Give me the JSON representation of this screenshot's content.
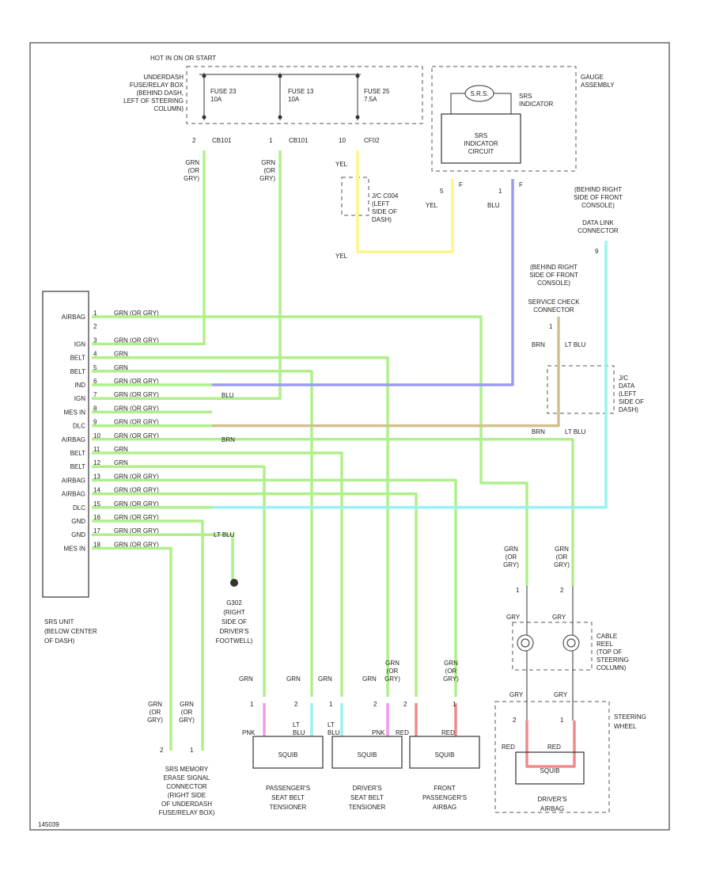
{
  "colors": {
    "green": "#aef08a",
    "yellow": "#fdf58a",
    "blue": "#9a9cf2",
    "cyan": "#98f2f2",
    "tan": "#d2c08f",
    "pink": "#f298f0",
    "red": "#f08a8a"
  },
  "top": {
    "hot_label": "HOT IN ON OR START",
    "fuse_box_label": [
      "UNDERDASH",
      "FUSE/RELAY BOX",
      "(BEHIND DASH,",
      "LEFT OF STEERING",
      "COLUMN)"
    ],
    "fuses": [
      {
        "name": "FUSE 23",
        "rating": "10A"
      },
      {
        "name": "FUSE 13",
        "rating": "10A"
      },
      {
        "name": "FUSE 25",
        "rating": "7.5A"
      }
    ],
    "gauge_label": [
      "GAUGE",
      "ASSEMBLY"
    ],
    "srs_lamp": "S.R.S.",
    "srs_indicator_label": [
      "SRS",
      "INDICATOR"
    ],
    "srs_circuit_label": [
      "SRS",
      "INDICATOR",
      "CIRCUIT"
    ],
    "pins": {
      "p1": "2",
      "c1": "CB101",
      "p2": "1",
      "c2": "CB101",
      "p3": "10",
      "c3": "CF02",
      "g5": "5",
      "g5c": "F",
      "g1": "1",
      "g1c": "F"
    },
    "wire_gry": [
      "GRN",
      "(OR",
      "GRY)"
    ],
    "yel": "YEL",
    "blu": "BLU",
    "jc_dash_label": [
      "J/C C004",
      "(LEFT",
      "SIDE OF",
      "DASH)"
    ]
  },
  "right": {
    "dlc_label": [
      "(BEHIND RIGHT",
      "SIDE OF FRONT",
      "CONSOLE)",
      "DATA LINK",
      "CONNECTOR"
    ],
    "dlc_pin": "9",
    "svc_label": [
      "(BEHIND RIGHT",
      "SIDE OF FRONT",
      "CONSOLE)",
      "SERVICE CHECK",
      "CONNECTOR"
    ],
    "svc_pin": "1",
    "brn": "BRN",
    "lt_blu": "LT BLU",
    "jc_data_label": [
      "J/C",
      "DATA",
      "(LEFT",
      "SIDE OF",
      "DASH)"
    ]
  },
  "srs_unit": {
    "pins": [
      {
        "label": "AIRBAG",
        "num": "1",
        "wire": "GRN (OR GRY)"
      },
      {
        "label": "",
        "num": "2",
        "wire": ""
      },
      {
        "label": "IGN",
        "num": "3",
        "wire": "GRN (OR GRY)"
      },
      {
        "label": "BELT",
        "num": "4",
        "wire": "GRN"
      },
      {
        "label": "BELT",
        "num": "5",
        "wire": "GRN"
      },
      {
        "label": "IND",
        "num": "6",
        "wire": "GRN (OR GRY)"
      },
      {
        "label": "IGN",
        "num": "7",
        "wire": "GRN (OR GRY)"
      },
      {
        "label": "MES IN",
        "num": "8",
        "wire": "GRN (OR GRY)"
      },
      {
        "label": "DLC",
        "num": "9",
        "wire": "GRN (OR GRY)"
      },
      {
        "label": "AIRBAG",
        "num": "10",
        "wire": "GRN (OR GRY)"
      },
      {
        "label": "BELT",
        "num": "11",
        "wire": "GRN"
      },
      {
        "label": "BELT",
        "num": "12",
        "wire": "GRN"
      },
      {
        "label": "AIRBAG",
        "num": "13",
        "wire": "GRN (OR GRY)"
      },
      {
        "label": "AIRBAG",
        "num": "14",
        "wire": "GRN (OR GRY)"
      },
      {
        "label": "DLC",
        "num": "15",
        "wire": "GRN (OR GRY)"
      },
      {
        "label": "GND",
        "num": "16",
        "wire": "GRN (OR GRY)"
      },
      {
        "label": "GND",
        "num": "17",
        "wire": "GRN (OR GRY)"
      },
      {
        "label": "MES IN",
        "num": "18",
        "wire": "GRN (OR GRY)"
      }
    ],
    "blu_tag": "BLU",
    "brn_tag": "BRN",
    "ltblu_tag": "LT BLU",
    "unit_label": [
      "SRS UNIT",
      "(BELOW CENTER",
      "OF DASH)"
    ],
    "ground_label": [
      "G302",
      "(RIGHT",
      "SIDE OF",
      "DRIVER'S",
      "FOOTWELL)"
    ]
  },
  "bottom": {
    "memory_label": [
      "SRS MEMORY",
      "ERASE SIGNAL",
      "CONNECTOR",
      "(RIGHT SIDE",
      "OF UNDERDASH",
      "FUSE/RELAY BOX)"
    ],
    "memory_pins": [
      "2",
      "1"
    ],
    "memory_wire": [
      "GRN",
      "(OR",
      "GRY)"
    ],
    "tensioner_left_label": [
      "PASSENGER'S",
      "SEAT BELT",
      "TENSIONER"
    ],
    "tensioner_right_label": [
      "DRIVER'S",
      "SEAT BELT",
      "TENSIONER"
    ],
    "front_airbag_label": [
      "FRONT",
      "PASSENGER'S",
      "AIRBAG"
    ],
    "drivers_airbag_label": [
      "DRIVER'S",
      "AIRBAG"
    ],
    "cable_reel_label": [
      "CABLE",
      "REEL",
      "(TOP OF",
      "STEERING",
      "COLUMN)"
    ],
    "steering_wheel_label": [
      "STEERING",
      "WHEEL"
    ],
    "grn": "GRN",
    "gry": "GRY",
    "pnk": "PNK",
    "red": "RED",
    "lt_blu": [
      "LT",
      "BLU"
    ],
    "pin1": "1",
    "pin2": "2",
    "squib": "SQUIB",
    "footer_code": "145039"
  }
}
